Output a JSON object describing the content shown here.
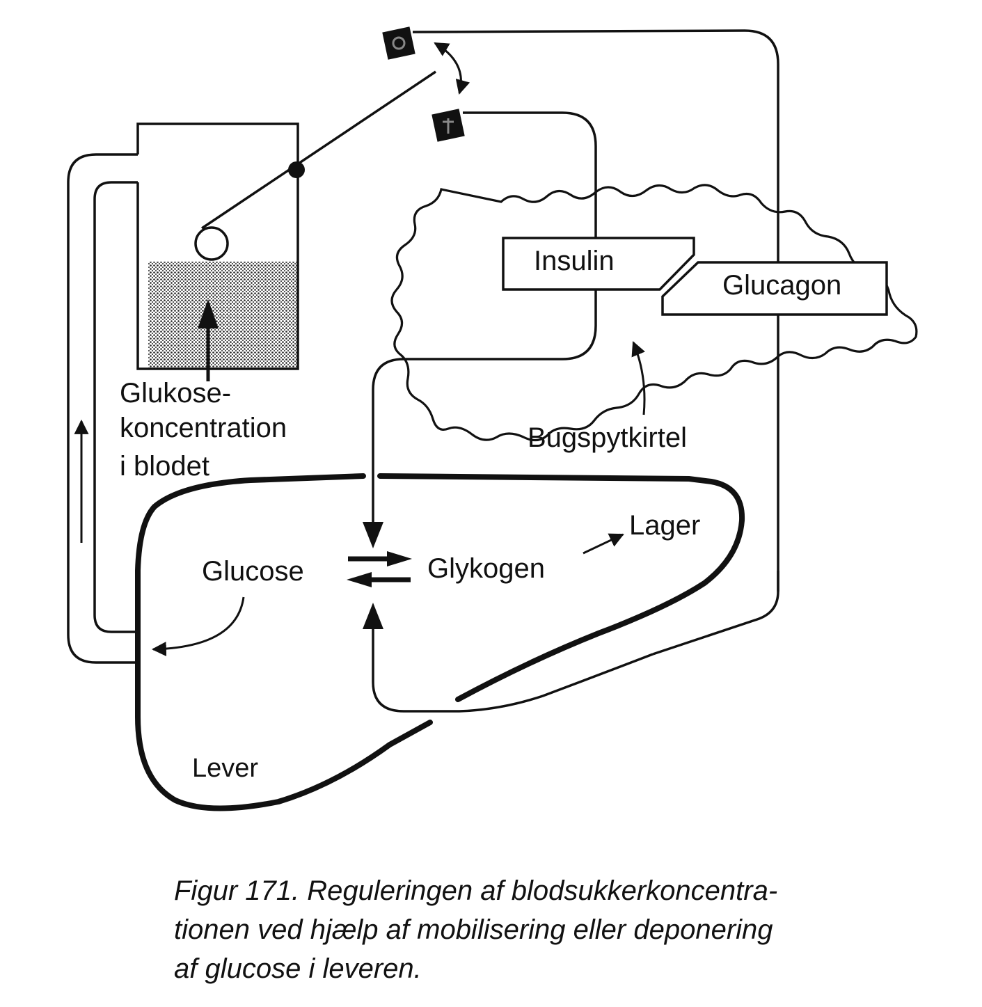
{
  "labels": {
    "insulin": "Insulin",
    "glucagon": "Glucagon",
    "bugspytkirtel": "Bugspytkirtel",
    "glukose_line1": "Glukose-",
    "glukose_line2": "koncentration",
    "glukose_line3": "i blodet",
    "glucose": "Glucose",
    "glykogen": "Glykogen",
    "lager": "Lager",
    "lever": "Lever"
  },
  "caption": {
    "line1": "Figur 171. Reguleringen af blodsukkerkoncentra-",
    "line2": "tionen ved hjælp af mobilisering eller deponering",
    "line3": "af glucose i leveren."
  },
  "colors": {
    "ink": "#111111",
    "paper": "#ffffff"
  }
}
